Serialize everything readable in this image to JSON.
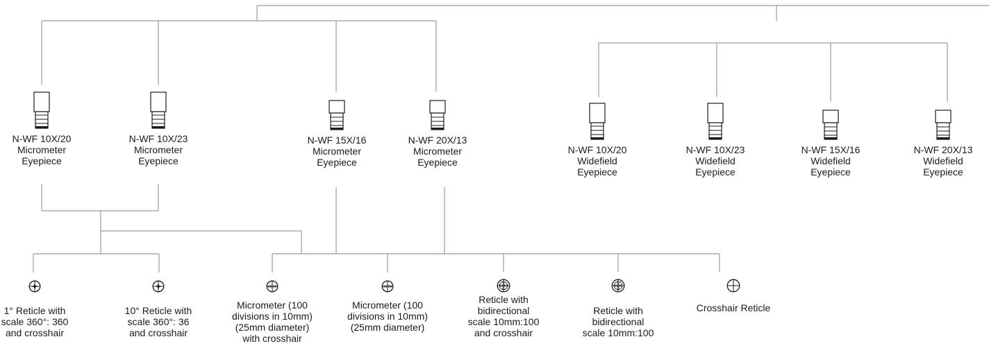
{
  "colors": {
    "line": "#9a9a9a",
    "ink": "#1a1a1a"
  },
  "eyepieces": [
    {
      "id": "mic-10x20",
      "lines": [
        "N-WF 10X/20",
        "Micrometer",
        "Eyepiece"
      ],
      "icon": "eyepiece-tall-icon"
    },
    {
      "id": "mic-10x23",
      "lines": [
        "N-WF 10X/23",
        "Micrometer",
        "Eyepiece"
      ],
      "icon": "eyepiece-tall-icon"
    },
    {
      "id": "mic-15x16",
      "lines": [
        "N-WF 15X/16",
        "Micrometer",
        "Eyepiece"
      ],
      "icon": "eyepiece-short-icon"
    },
    {
      "id": "mic-20x13",
      "lines": [
        "N-WF 20X/13",
        "Micrometer",
        "Eyepiece"
      ],
      "icon": "eyepiece-short-icon"
    },
    {
      "id": "wf-10x20",
      "lines": [
        "N-WF 10X/20",
        "Widefield",
        "Eyepiece"
      ],
      "icon": "eyepiece-tall-icon"
    },
    {
      "id": "wf-10x23",
      "lines": [
        "N-WF 10X/23",
        "Widefield",
        "Eyepiece"
      ],
      "icon": "eyepiece-tall-icon"
    },
    {
      "id": "wf-15x16",
      "lines": [
        "N-WF 15X/16",
        "Widefield",
        "Eyepiece"
      ],
      "icon": "eyepiece-short-icon"
    },
    {
      "id": "wf-20x13",
      "lines": [
        "N-WF 20X/13",
        "Widefield",
        "Eyepiece"
      ],
      "icon": "eyepiece-short-icon"
    }
  ],
  "reticles": [
    {
      "id": "r1",
      "lines": [
        "1° Reticle with",
        "scale 360°: 360",
        "and crosshair"
      ],
      "icon": "angle-scale-reticle-icon"
    },
    {
      "id": "r2",
      "lines": [
        "10° Reticle with",
        "scale 360°: 36",
        "and crosshair"
      ],
      "icon": "angle-scale-reticle-icon"
    },
    {
      "id": "r3",
      "lines": [
        "Micrometer (100",
        "divisions in 10mm)",
        "(25mm diameter)",
        "with crosshair"
      ],
      "icon": "micrometer-crosshair-reticle-icon"
    },
    {
      "id": "r4",
      "lines": [
        "Micrometer (100",
        "divisions in 10mm)",
        "(25mm diameter)"
      ],
      "icon": "micrometer-reticle-icon"
    },
    {
      "id": "r5",
      "lines": [
        "Reticle with",
        "bidirectional",
        "scale 10mm:100",
        "and crosshair"
      ],
      "icon": "bidirectional-crosshair-reticle-icon"
    },
    {
      "id": "r6",
      "lines": [
        "Reticle with",
        "bidirectional",
        "scale 10mm:100"
      ],
      "icon": "bidirectional-reticle-icon"
    },
    {
      "id": "r7",
      "lines": [
        "Crosshair Reticle"
      ],
      "icon": "crosshair-reticle-icon"
    }
  ]
}
